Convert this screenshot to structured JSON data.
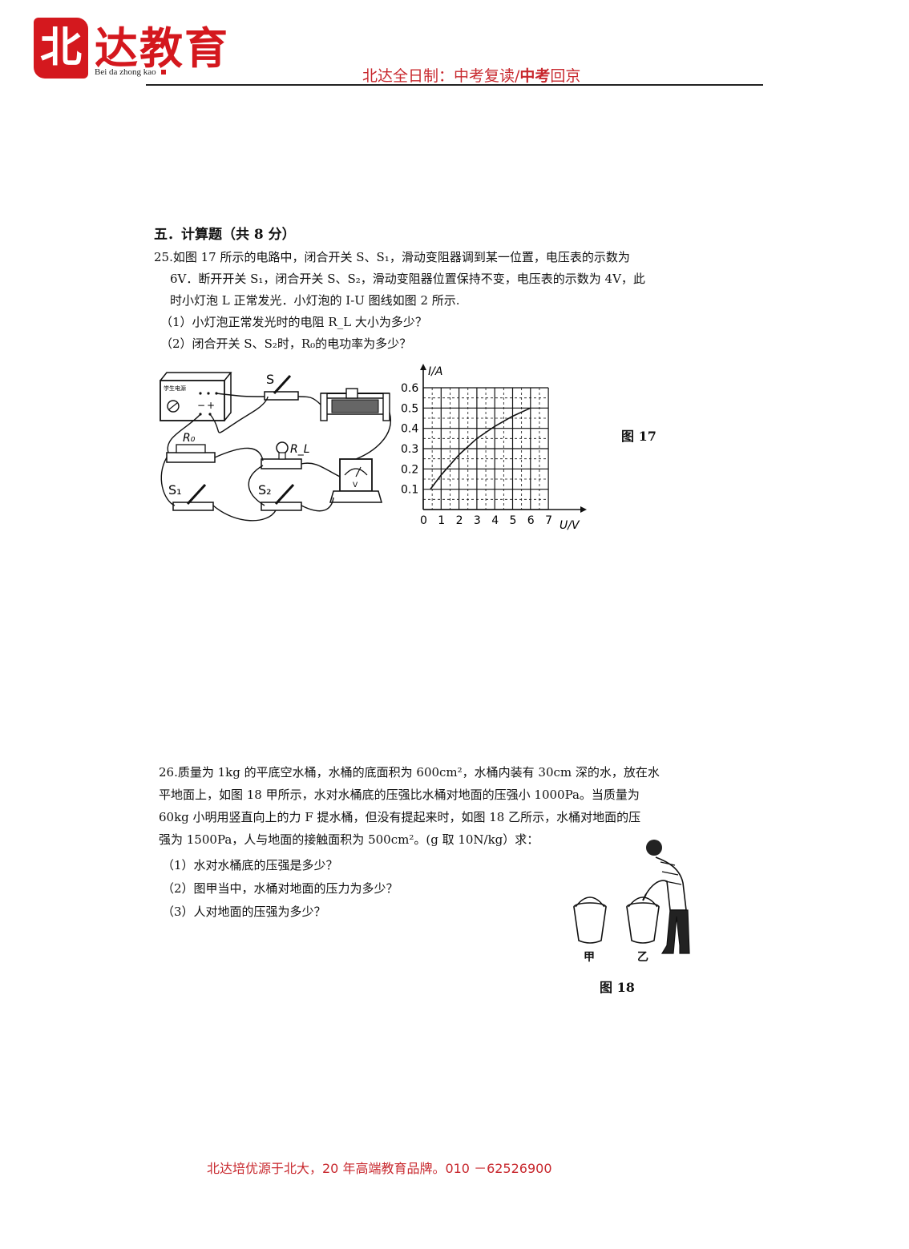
{
  "header": {
    "logo_char": "北",
    "logo_name": "达教育",
    "logo_sub": "Bei da zhong kao",
    "tagline_a": "北达全日制：中考复读/",
    "tagline_b": "中考",
    "tagline_c": "回京"
  },
  "section": {
    "title": "五．计算题（共 8 分）"
  },
  "q25": {
    "line1": "25.如图 17 所示的电路中，闭合开关 S、S₁，滑动变阻器调到某一位置，电压表的示数为",
    "line2": "6V．断开开关 S₁，闭合开关 S、S₂，滑动变阻器位置保持不变，电压表的示数为 4V，此",
    "line3": "时小灯泡 L 正常发光．小灯泡的 I-U 图线如图 2 所示.",
    "sub1": "（1）小灯泡正常发光时的电阻 R_L 大小为多少？",
    "sub2": "（2）闭合开关 S、S₂时，R₀的电功率为多少？",
    "fig_caption": "图 17",
    "circuit": {
      "label_s": "S",
      "label_r0": "R₀",
      "label_rl": "R_L",
      "label_s1": "S₁",
      "label_s2": "S₂",
      "label_v": "V",
      "label_power": "学生电源",
      "label_minus": "−",
      "label_plus": "+"
    }
  },
  "chart_data": {
    "type": "line",
    "xlabel": "U/V",
    "ylabel": "I/A",
    "xlim": [
      0,
      7
    ],
    "ylim": [
      0,
      0.6
    ],
    "x_ticks": [
      "0",
      "1",
      "2",
      "3",
      "4",
      "5",
      "6",
      "7"
    ],
    "y_ticks": [
      "0.1",
      "0.2",
      "0.3",
      "0.4",
      "0.5",
      "0.6"
    ],
    "grid": true,
    "x": [
      0.4,
      1,
      2,
      3,
      4,
      5,
      6
    ],
    "y": [
      0.1,
      0.17,
      0.27,
      0.35,
      0.41,
      0.46,
      0.5
    ]
  },
  "q26": {
    "line1": "26.质量为 1kg 的平底空水桶，水桶的底面积为 600cm²，水桶内装有 30cm 深的水，放在水",
    "line2": "平地面上，如图 18 甲所示，水对水桶底的压强比水桶对地面的压强小 1000Pa。当质量为",
    "line3": "60kg 小明用竖直向上的力 F 提水桶，但没有提起来时，如图 18 乙所示，水桶对地面的压",
    "line4": "强为 1500Pa，人与地面的接触面积为 500cm²。(g 取 10N/kg）求：",
    "sub1": "（1）水对水桶底的压强是多少？",
    "sub2": "（2）图甲当中，水桶对地面的压力为多少？",
    "sub3": "（3）人对地面的压强为多少？",
    "label_jia": "甲",
    "label_yi": "乙",
    "fig_caption": "图 18"
  },
  "footer": {
    "text": "北达培优源于北大，20 年高端教育品牌。010 －62526900"
  }
}
